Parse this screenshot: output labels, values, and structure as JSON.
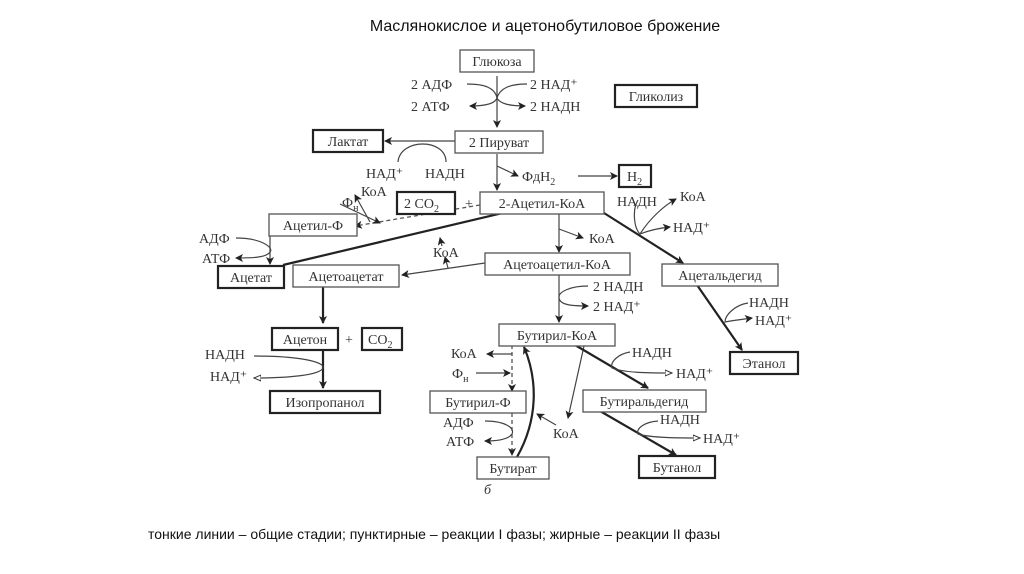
{
  "title": "Маслянокислое и ацетонобутиловое брожение",
  "caption": "тонкие линии – общие стадии; пунктирные – реакции I фазы; жирные – реакции II фазы",
  "panel_letter": "б",
  "nodes": {
    "glucose": "Глюкоза",
    "glycolysis": "Гликолиз",
    "pyruvate": "2 Пируват",
    "lactate": "Лактат",
    "h2": "H",
    "h2_sub": "2",
    "fdh2": "ФдH",
    "fdh2_sub": "2",
    "co2_2": "2 CO",
    "co2_2_sub": "2",
    "plus": "+",
    "acetyl_coa": "2-Ацетил-КоА",
    "acetyl_p": "Ацетил-Ф",
    "acetate": "Ацетат",
    "acetoacetate": "Ацетоацетат",
    "acetoacetyl_coa": "Ацетоацетил-КоА",
    "acetaldehyde": "Ацетальдегид",
    "ethanol": "Этанол",
    "acetone": "Ацетон",
    "co2": "CO",
    "co2_sub": "2",
    "isopropanol": "Изопропанол",
    "butyryl_coa": "Бутирил-КоА",
    "butyryl_p": "Бутирил-Ф",
    "butyrate": "Бутират",
    "butyraldehyde": "Бутиральдегид",
    "butanol": "Бутанол"
  },
  "cofactors": {
    "adp2": "2 АДФ",
    "atp2": "2 АТФ",
    "nad2": "2 НАД⁺",
    "nadh2": "2 НАДН",
    "nad_lact": "НАД⁺",
    "nadh_lact": "НАДН",
    "coa_top": "КоА",
    "pi_top": "Ф",
    "pi_sub": "н",
    "adp_acetate": "АДФ",
    "atp_acetate": "АТФ",
    "coa_acetoacetate": "КоА",
    "coa_acetyl": "КоА",
    "nadh_ald": "НАДН",
    "coa_ald": "КоА",
    "nad_ald": "НАД⁺",
    "nadh_eth": "НАДН",
    "nad_eth": "НАД⁺",
    "nadh2_but": "2 НАДН",
    "nad2_but": "2 НАД⁺",
    "nadh_iso": "НАДН",
    "nad_iso": "НАД⁺",
    "coa_butp": "КоА",
    "pi_butp": "Ф",
    "adp_butyr": "АДФ",
    "atp_butyr": "АТФ",
    "coa_butyrate": "КоА",
    "nadh_bald": "НАДН",
    "nad_bald": "НАД⁺",
    "nadh_buta": "НАДН",
    "nad_buta": "НАД⁺"
  }
}
